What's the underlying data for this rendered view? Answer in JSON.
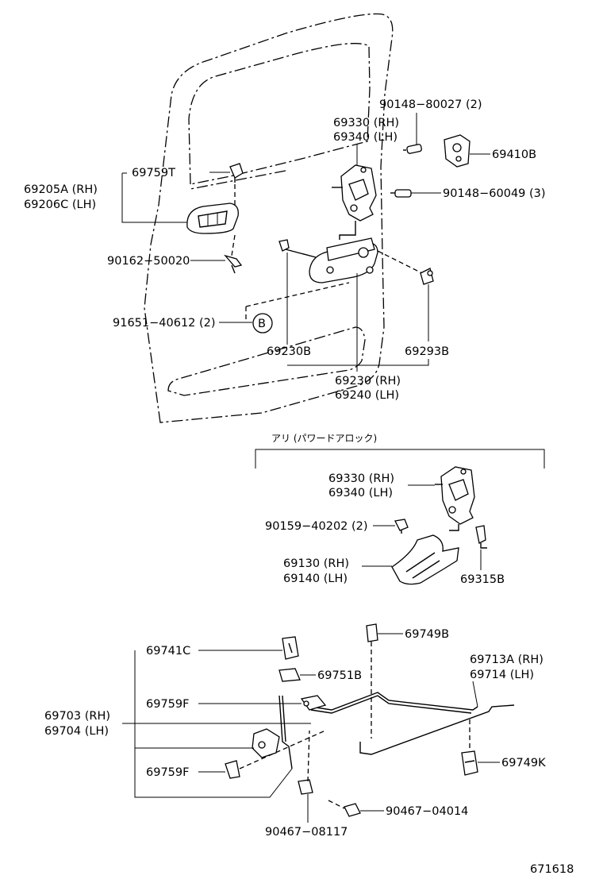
{
  "labels": {
    "p90148_80027": "90148−80027 (2)",
    "p69330_rh_1": "69330 (RH)",
    "p69340_lh_1": "69340 (LH)",
    "p69410b": "69410B",
    "p69759t": "69759T",
    "p69205a_rh": "69205A (RH)",
    "p69206c_lh": "69206C (LH)",
    "p90148_60049": "90148−60049 (3)",
    "p90162_50020": "90162−50020",
    "p91651_40612": "91651−40612 (2)",
    "callout_b": "B",
    "p69230b": "69230B",
    "p69293b": "69293B",
    "p69230_rh": "69230 (RH)",
    "p69240_lh": "69240 (LH)",
    "power_lock_note": "アリ (パワードアロック)",
    "p69330_rh_2": "69330 (RH)",
    "p69340_lh_2": "69340 (LH)",
    "p90159_40202": "90159−40202 (2)",
    "p69130_rh": "69130 (RH)",
    "p69140_lh": "69140 (LH)",
    "p69315b": "69315B",
    "p69749b": "69749B",
    "p69741c": "69741C",
    "p69713a_rh": "69713A (RH)",
    "p69714_lh": "69714   (LH)",
    "p69751b": "69751B",
    "p69759f_1": "69759F",
    "p69703_rh": "69703 (RH)",
    "p69704_lh": "69704 (LH)",
    "p69749k": "69749K",
    "p69759f_2": "69759F",
    "p90467_04014": "90467−04014",
    "p90467_08117": "90467−08117",
    "diagram_id": "671618"
  }
}
